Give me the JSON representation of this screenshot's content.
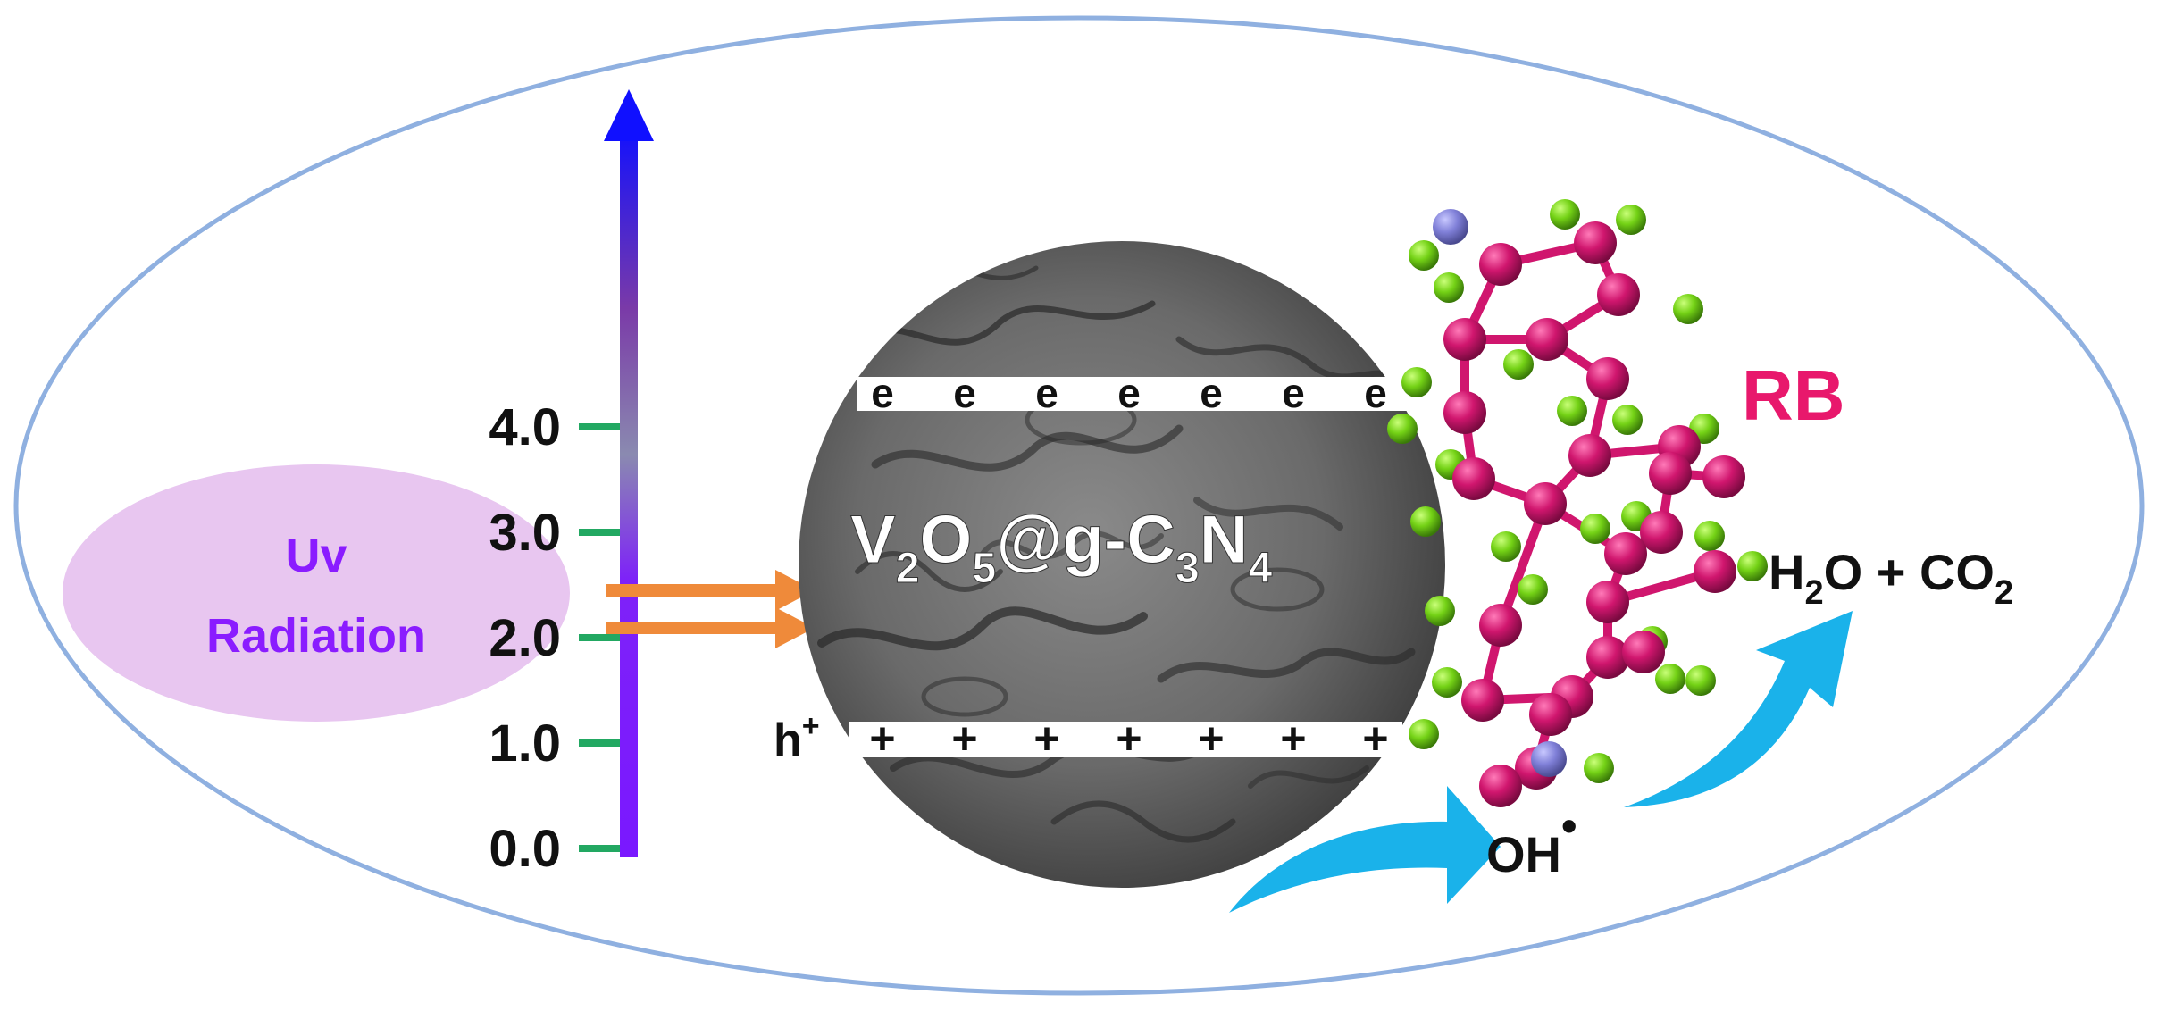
{
  "axis": {
    "ticks": [
      {
        "label": "4.0",
        "value": 4.0
      },
      {
        "label": "3.0",
        "value": 3.0
      },
      {
        "label": "2.0",
        "value": 2.0
      },
      {
        "label": "1.0",
        "value": 1.0
      },
      {
        "label": "0.0",
        "value": 0.0
      }
    ]
  },
  "radiation": {
    "line1": "Uv",
    "line2": "Radiation"
  },
  "catalyst": {
    "part1": "V",
    "sub1": "2",
    "part2": "O",
    "sub2": "5",
    "part3": "@g-C",
    "sub3": "3",
    "part4": "N",
    "sub4": "4"
  },
  "electron_symbol": "e",
  "hole_symbol": "+",
  "hole_label": {
    "base": "h",
    "sup": "+"
  },
  "dye_label": "RB",
  "hydroxyl": {
    "base": "OH",
    "sup": "•"
  },
  "products": {
    "h": "H",
    "h_sub": "2",
    "o_plus": "O + CO",
    "co_sub": "2"
  },
  "colors": {
    "ellipse_stroke": "#8fb0e0",
    "tick": "#22a862",
    "radiation_fill": "#e8c6f0",
    "radiation_text": "#8a1cff",
    "rb_text": "#e8186c",
    "orange_arrow": "#ef8a3a",
    "cyan_arrow": "#1ab2ea",
    "atom_magenta": "#d0166e",
    "atom_green": "#74d216",
    "atom_blue": "#8080d8"
  }
}
